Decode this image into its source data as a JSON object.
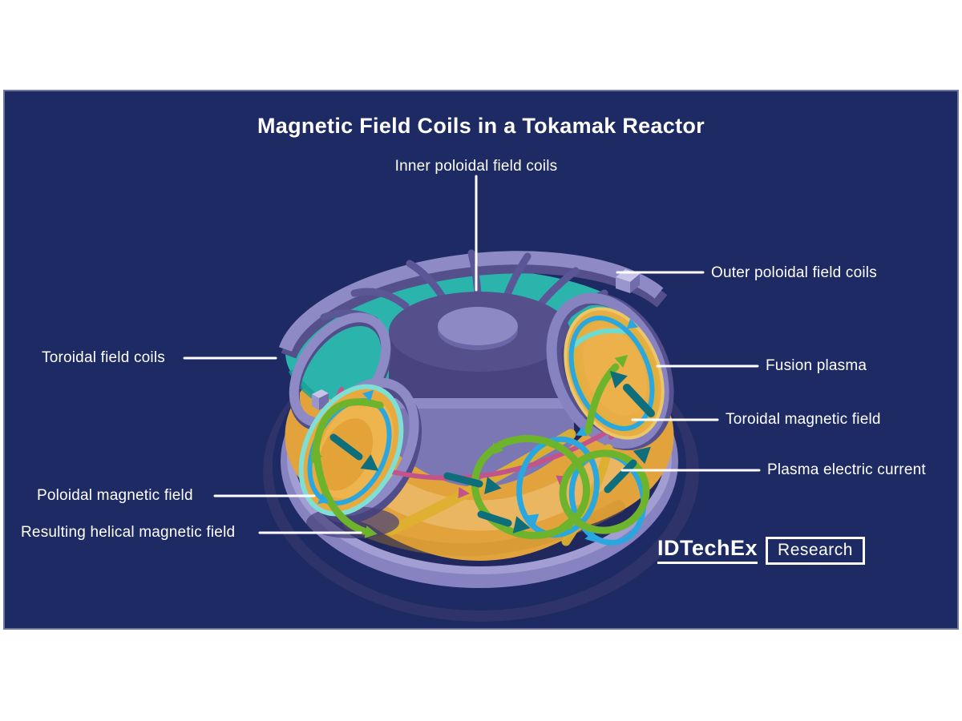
{
  "title": "Magnetic Field Coils in a Tokamak Reactor",
  "labels": {
    "inner_poloidal": "Inner poloidal field coils",
    "outer_poloidal": "Outer poloidal field coils",
    "toroidal_coils": "Toroidal field coils",
    "fusion_plasma": "Fusion plasma",
    "toroidal_field": "Toroidal magnetic field",
    "plasma_current": "Plasma electric current",
    "poloidal_field": "Poloidal magnetic field",
    "helical_field": "Resulting helical magnetic field"
  },
  "logo": {
    "brand": "IDTechEx",
    "suffix": "Research"
  },
  "colors": {
    "panel_background": "#1d2a63",
    "panel_border": "#70779a",
    "label_text": "#ffffff",
    "leader_line": "#ffffff",
    "platform_teal": "#2ab4ab",
    "plasma_orange": "#e2a33c",
    "coil_lavender": "#8e8ac6",
    "coil_shadow_purple": "#55508c",
    "column_purple": "#7b77b4",
    "toroidal_field_magenta": "#c2538b",
    "poloidal_field_cyan": "#2ba7e0",
    "helical_field_green": "#6db32c",
    "plasma_current_teal": "#0e6e7c",
    "helical_gold": "#deb02f"
  }
}
